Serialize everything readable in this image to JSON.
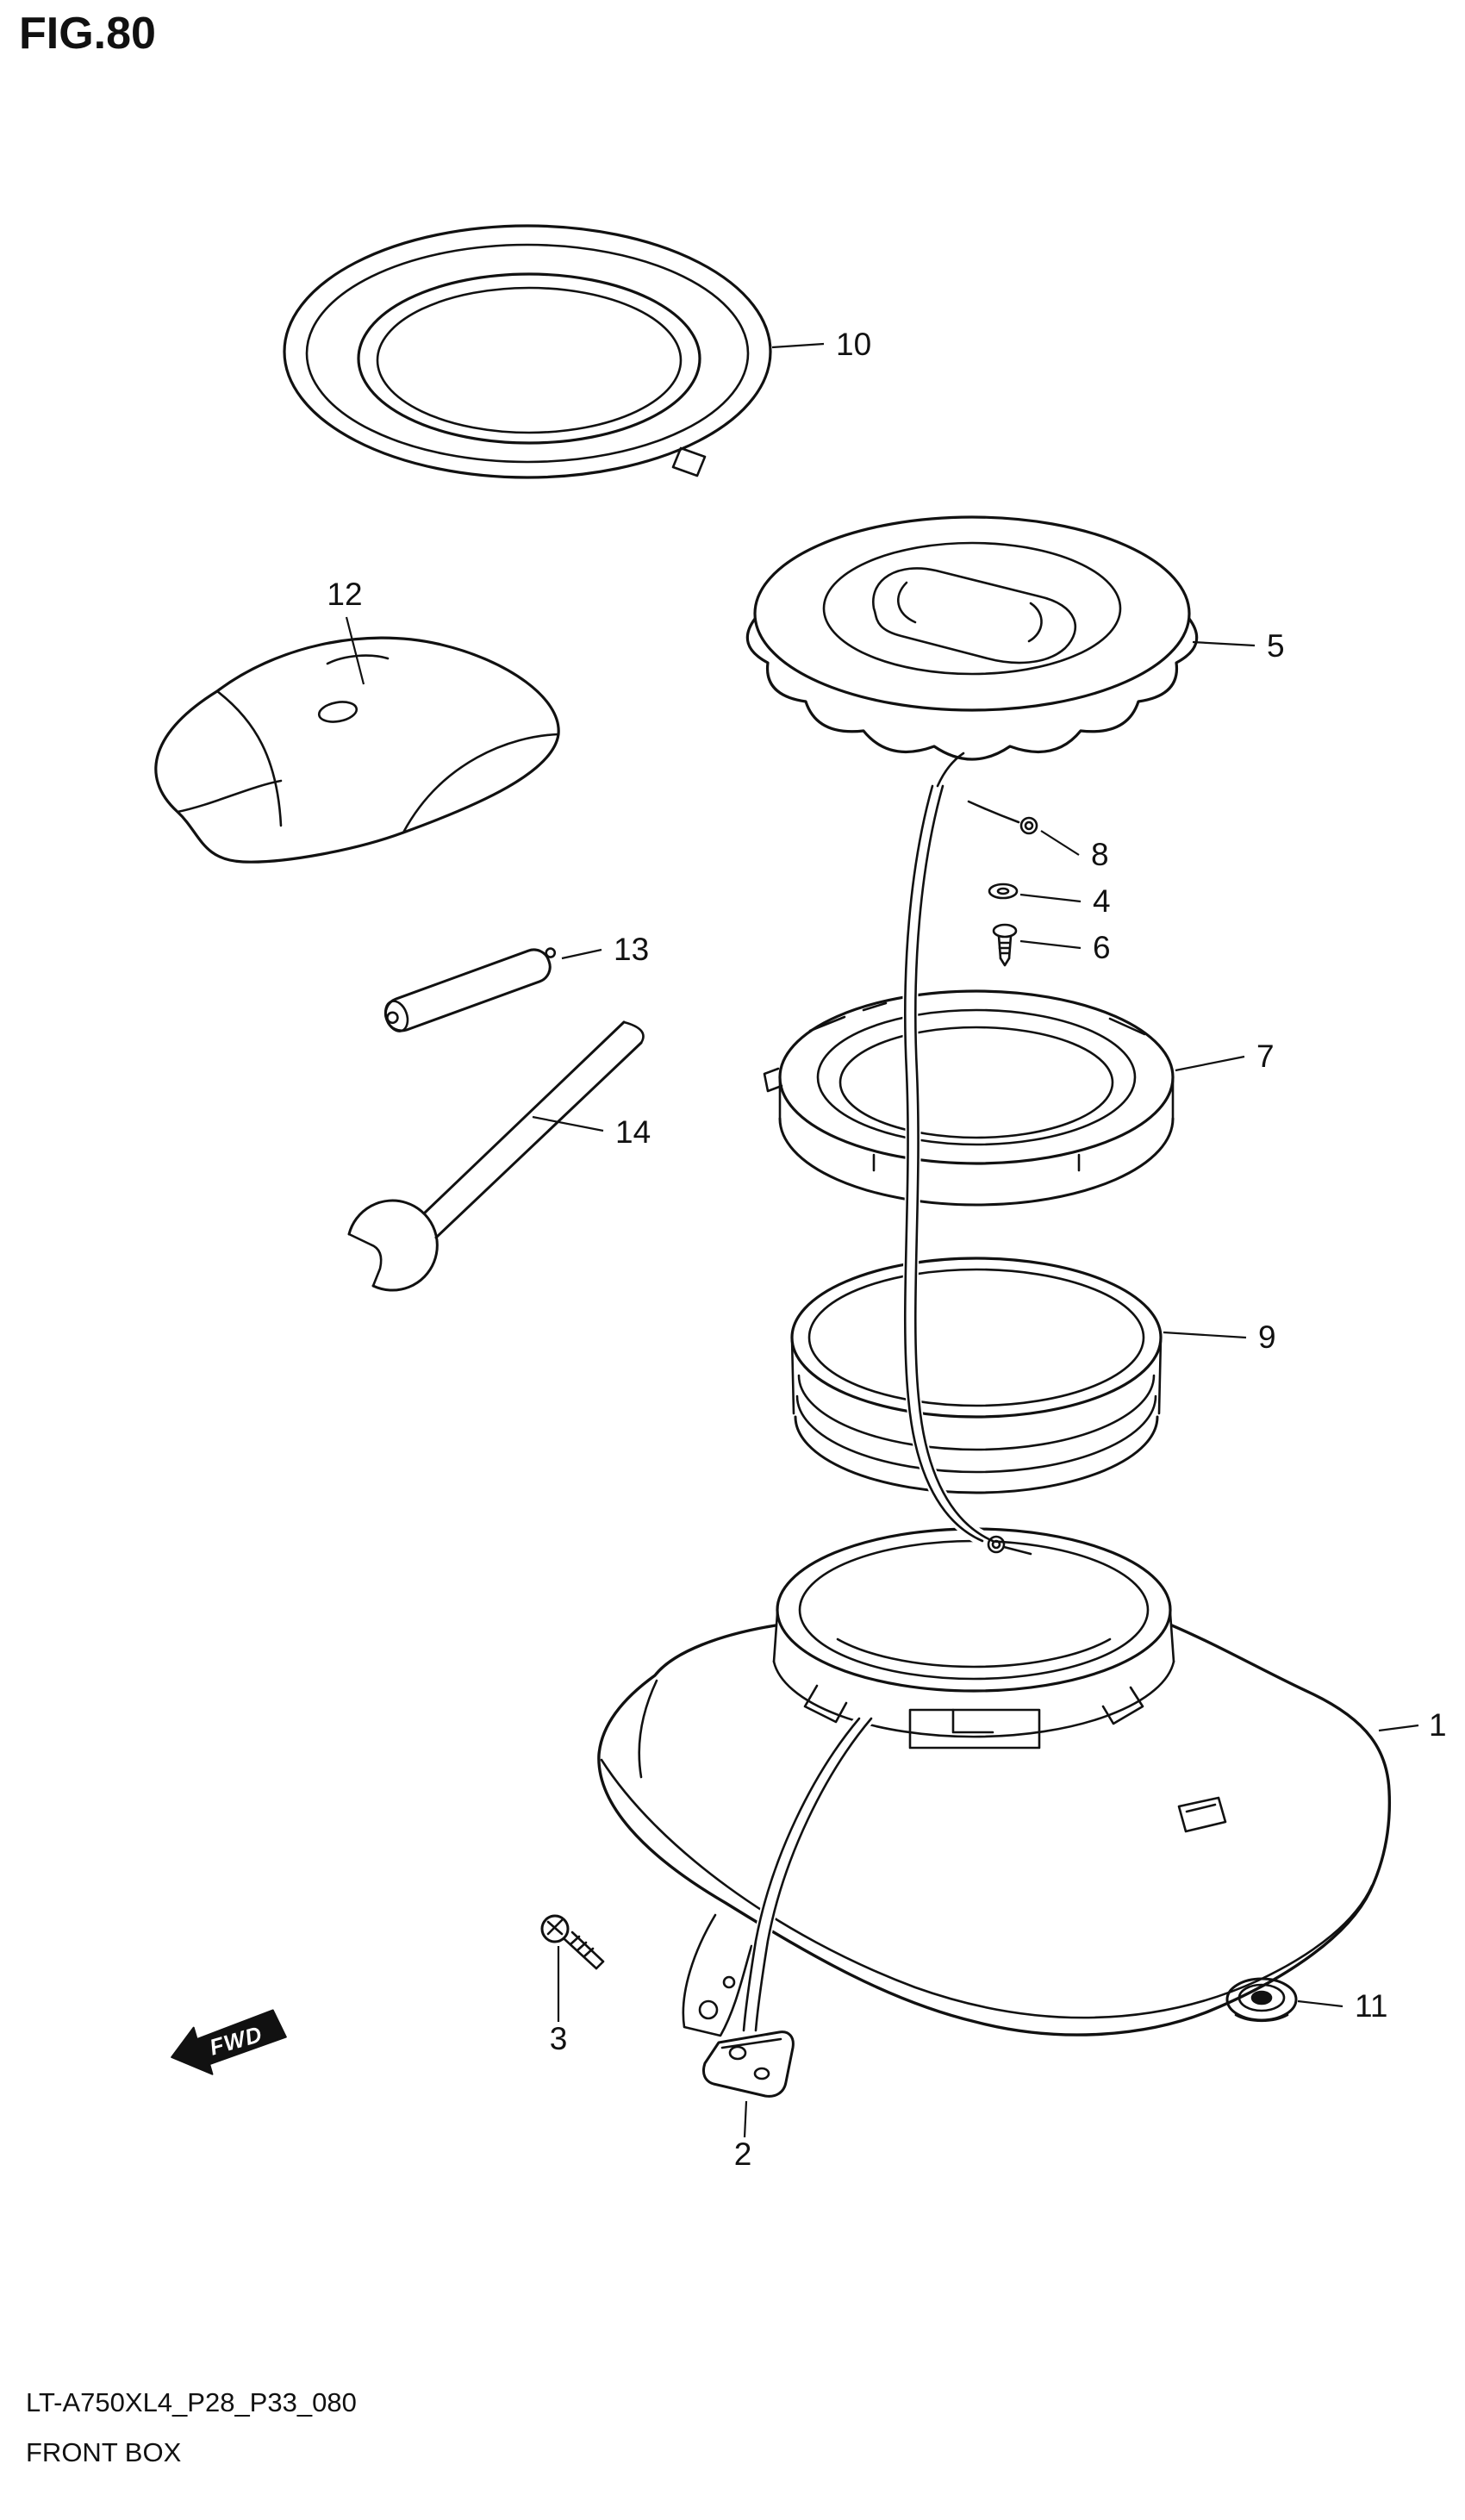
{
  "figure": {
    "title": "FIG.80",
    "code": "LT-A750XL4_P28_P33_080",
    "name": "FRONT BOX",
    "fwd_label": "FWD"
  },
  "callouts": {
    "c1": "1",
    "c2": "2",
    "c3": "3",
    "c4": "4",
    "c5": "5",
    "c6": "6",
    "c7": "7",
    "c8": "8",
    "c9": "9",
    "c10": "10",
    "c11": "11",
    "c12": "12",
    "c13": "13",
    "c14": "14"
  },
  "colors": {
    "ink": "#111111",
    "paper": "#ffffff"
  }
}
